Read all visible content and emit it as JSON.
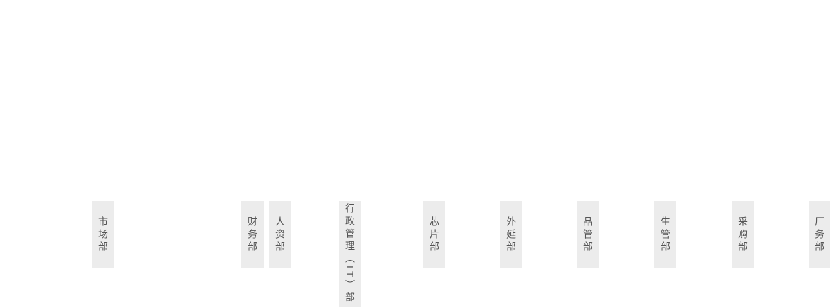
{
  "page": {
    "kind": "org-chart-fragment",
    "background": "#ffffff"
  },
  "colors": {
    "node_bg": "#ececec",
    "node_text": "#555555"
  },
  "departments": [
    {
      "label": "市场部"
    },
    {
      "label": "财务部"
    },
    {
      "label": "人资部"
    },
    {
      "label": "行政管理（IT）部"
    },
    {
      "label": "芯片部"
    },
    {
      "label": "外延部"
    },
    {
      "label": "品管部"
    },
    {
      "label": "生管部"
    },
    {
      "label": "采购部"
    },
    {
      "label": "厂务部"
    }
  ]
}
